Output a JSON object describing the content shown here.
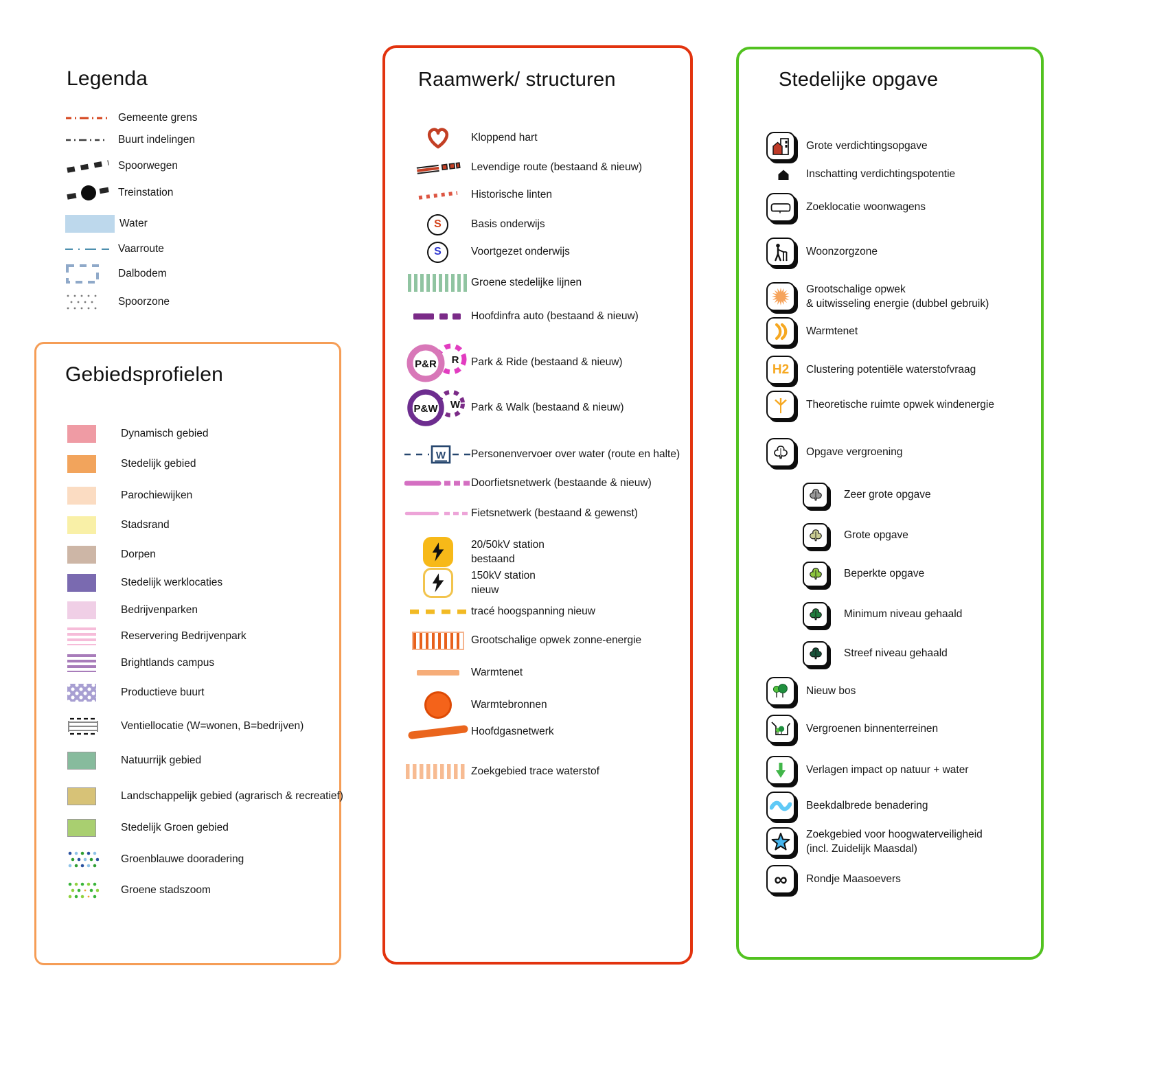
{
  "colors": {
    "panel_gebiedsprofielen_border": "#f59d56",
    "panel_raamwerk_border": "#e2330e",
    "panel_stedelijke_border": "#52c220",
    "gemeente_grens": "#d4441c",
    "water_fill": "#bdd8ec",
    "heart_red": "#c33f24",
    "hoofdinfra_purple": "#7b2b88",
    "pr_pink": "#d877b8",
    "pw_purple": "#6d2d8f",
    "energy_yellow": "#f7b918",
    "energy_orange": "#e8611c",
    "stedelijke_icon_orange": "#f6a821"
  },
  "legenda": {
    "title": "Legenda",
    "items": [
      {
        "label": "Gemeente grens"
      },
      {
        "label": "Buurt indelingen"
      },
      {
        "label": "Spoorwegen"
      },
      {
        "label": "Treinstation"
      },
      {
        "label": "Water"
      },
      {
        "label": "Vaarroute"
      },
      {
        "label": "Dalbodem"
      },
      {
        "label": "Spoorzone"
      }
    ]
  },
  "gebiedsprofielen": {
    "title": "Gebiedsprofielen",
    "items": [
      {
        "label": "Dynamisch gebied"
      },
      {
        "label": "Stedelijk gebied"
      },
      {
        "label": "Parochiewijken"
      },
      {
        "label": "Stadsrand"
      },
      {
        "label": "Dorpen"
      },
      {
        "label": "Stedelijk werklocaties"
      },
      {
        "label": "Bedrijvenparken"
      },
      {
        "label": "Reservering Bedrijvenpark"
      },
      {
        "label": "Brightlands campus"
      },
      {
        "label": "Productieve buurt"
      },
      {
        "label": "Ventiellocatie (W=wonen, B=bedrijven)"
      },
      {
        "label": "Natuurrijk gebied"
      },
      {
        "label": "Landschappelijk gebied (agrarisch & recreatief)"
      },
      {
        "label": "Stedelijk Groen gebied"
      },
      {
        "label": "Groenblauwe dooradering"
      },
      {
        "label": "Groene stadszoom"
      }
    ]
  },
  "raamwerk": {
    "title": "Raamwerk/ structuren",
    "items": [
      {
        "label": "Kloppend hart"
      },
      {
        "label": "Levendige route (bestaand & nieuw)"
      },
      {
        "label": "Historische linten"
      },
      {
        "label": "Basis onderwijs"
      },
      {
        "label": "Voortgezet onderwijs"
      },
      {
        "label": "Groene stedelijke lijnen"
      },
      {
        "label": "Hoofdinfra auto (bestaand & nieuw)"
      },
      {
        "label": "Park & Ride (bestaand  & nieuw)"
      },
      {
        "label": "Park & Walk (bestaand  & nieuw)"
      },
      {
        "label": "Personenvervoer over water (route en halte)"
      },
      {
        "label": "Doorfietsnetwerk  (bestaande & nieuw)"
      },
      {
        "label": "Fietsnetwerk (bestaand & gewenst)"
      },
      {
        "label": "20/50kV station",
        "sublabel": "bestaand"
      },
      {
        "label": "150kV station",
        "sublabel": "nieuw"
      },
      {
        "label": "tracé hoogspanning nieuw"
      },
      {
        "label": "Grootschalige opwek zonne-energie"
      },
      {
        "label": "Warmtenet"
      },
      {
        "label": "Warmtebronnen"
      },
      {
        "label": "Hoofdgasnetwerk"
      },
      {
        "label": "Zoekgebied trace waterstof"
      }
    ]
  },
  "stedelijke_opgave": {
    "title": "Stedelijke opgave",
    "items": [
      {
        "label": "Grote verdichtingsopgave"
      },
      {
        "label": "Inschatting verdichtingspotentie"
      },
      {
        "label": "Zoeklocatie woonwagens"
      },
      {
        "label": "Woonzorgzone"
      },
      {
        "label": "Grootschalige opwek",
        "sublabel": "& uitwisseling energie (dubbel gebruik)"
      },
      {
        "label": "Warmtenet"
      },
      {
        "label": "Clustering potentiële waterstofvraag"
      },
      {
        "label": "Theoretische ruimte opwek windenergie"
      },
      {
        "label": "Opgave vergroening"
      },
      {
        "label": "Zeer grote opgave"
      },
      {
        "label": "Grote opgave"
      },
      {
        "label": "Beperkte opgave"
      },
      {
        "label": "Minimum niveau gehaald"
      },
      {
        "label": "Streef niveau gehaald"
      },
      {
        "label": "Nieuw bos"
      },
      {
        "label": "Vergroenen binnenterreinen"
      },
      {
        "label": "Verlagen impact op natuur + water"
      },
      {
        "label": "Beekdalbrede benadering"
      },
      {
        "label": "Zoekgebied voor hoogwaterveiligheid",
        "sublabel": "(incl. Zuidelijk Maasdal)"
      },
      {
        "label": "Rondje Maasoevers"
      }
    ]
  },
  "symbols": {
    "s_letter": "S",
    "pr": "P&R",
    "pr_dash": "R",
    "pw": "P&W",
    "pw_dash": "W",
    "w_halte": "W",
    "h2": "H2",
    "infinity": "∞"
  }
}
